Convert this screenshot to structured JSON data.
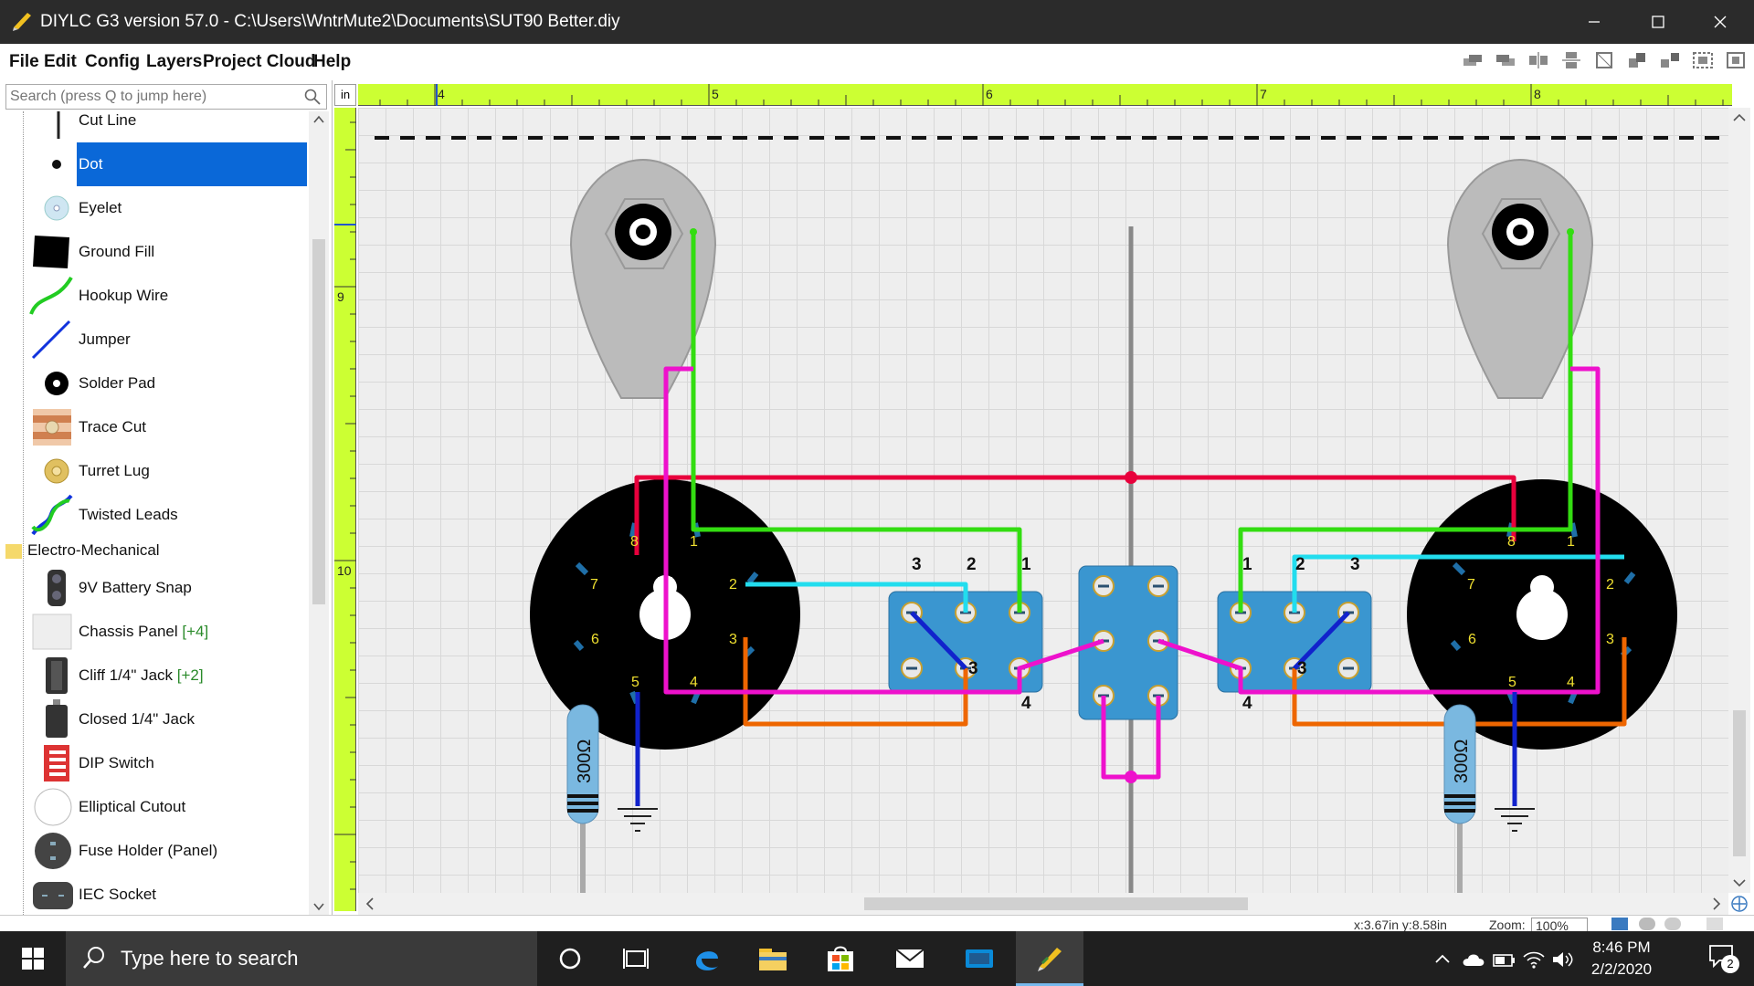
{
  "window": {
    "title": "DIYLC G3 version 57.0 - C:\\Users\\WntrMute2\\Documents\\SUT90 Better.diy"
  },
  "menu": [
    "File",
    "Edit",
    "Config",
    "Layers",
    "Project Cloud",
    "Help"
  ],
  "search": {
    "placeholder": "Search (press Q to jump here)"
  },
  "components": [
    {
      "label": "Cut Line",
      "icon": "cut-line-icon"
    },
    {
      "label": "Dot",
      "icon": "dot-icon",
      "selected": true
    },
    {
      "label": "Eyelet",
      "icon": "eyelet-icon"
    },
    {
      "label": "Ground Fill",
      "icon": "ground-fill-icon"
    },
    {
      "label": "Hookup Wire",
      "icon": "hookup-wire-icon"
    },
    {
      "label": "Jumper",
      "icon": "jumper-icon"
    },
    {
      "label": "Solder Pad",
      "icon": "solder-pad-icon"
    },
    {
      "label": "Trace Cut",
      "icon": "trace-cut-icon"
    },
    {
      "label": "Turret Lug",
      "icon": "turret-lug-icon"
    },
    {
      "label": "Twisted Leads",
      "icon": "twisted-leads-icon"
    }
  ],
  "category": "Electro-Mechanical",
  "em_components": [
    {
      "label": "9V Battery Snap",
      "badge": ""
    },
    {
      "label": "Chassis Panel",
      "badge": "[+4]"
    },
    {
      "label": "Cliff 1/4\" Jack",
      "badge": "[+2]"
    },
    {
      "label": "Closed 1/4\" Jack",
      "badge": ""
    },
    {
      "label": "DIP Switch",
      "badge": ""
    },
    {
      "label": "Elliptical Cutout",
      "badge": ""
    },
    {
      "label": "Fuse Holder (Panel)",
      "badge": ""
    },
    {
      "label": "IEC Socket",
      "badge": ""
    }
  ],
  "ruler": {
    "unit": "in",
    "h_labels": [
      "4",
      "5",
      "6",
      "7",
      "8"
    ],
    "v_labels": [
      "9",
      "10"
    ]
  },
  "schematic": {
    "tube_pins": [
      "1",
      "2",
      "3",
      "4",
      "5",
      "6",
      "7",
      "8"
    ],
    "switch_pins": [
      "1",
      "2",
      "3",
      "4"
    ],
    "resistor_value": "300Ω"
  },
  "status": {
    "coords": "x:3.67in y:8.58in",
    "zoom_label": "Zoom:",
    "zoom": "100%"
  },
  "taskbar": {
    "search_text": "Type here to search",
    "time": "8:46 PM",
    "date": "2/2/2020",
    "notification_count": "2"
  },
  "colors": {
    "ruler": "#ccff33",
    "selection": "#0a68d8",
    "wire_red": "#e8003c",
    "wire_green": "#33dd11",
    "wire_magenta": "#ee11cc",
    "wire_cyan": "#22ddee",
    "wire_orange": "#ee6600",
    "wire_blue": "#1122cc",
    "switch_blue": "#3a96d0"
  }
}
